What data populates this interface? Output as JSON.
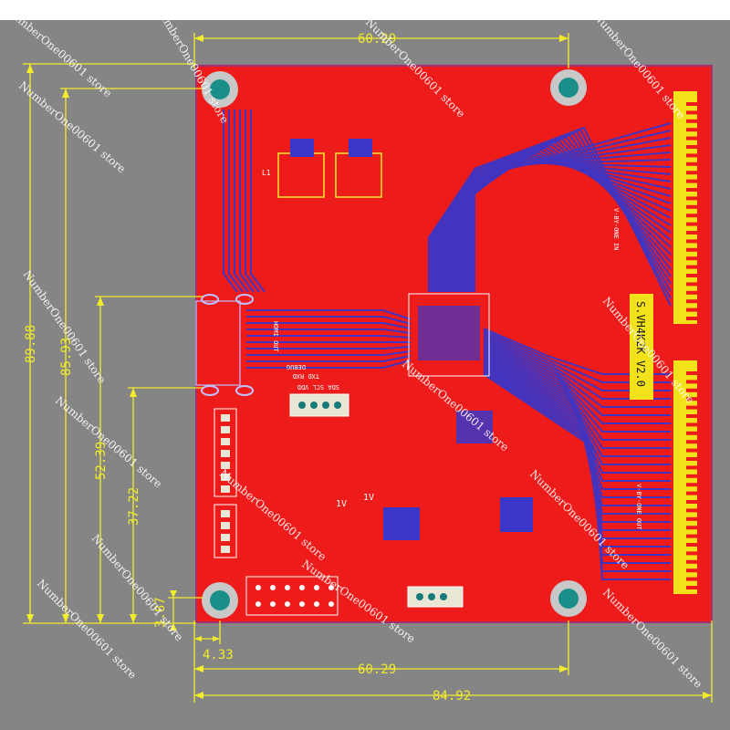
{
  "dimensions": {
    "top_width": "60.29",
    "bottom_hole_spacing": "60.29",
    "board_width": "84.92",
    "corner_offset_x": "4.33",
    "board_height": "89.88",
    "hole_spacing_y": "85.93",
    "hdmi_offset": "52.39",
    "header_offset": "37.22",
    "corner_offset_y": "3.87"
  },
  "board": {
    "label_main": "S.VH4K2K V2.0",
    "label_vby_in": "V-BY-ONE IN",
    "label_vby_out": "V-BY-ONE OUT",
    "label_hdmi_out": "HDMI OUT",
    "label_debug": "DEBUG",
    "label_txd": "TXD RXD",
    "label_i2c": "SDA SCL VDD",
    "label_1v": "1V",
    "label_l1": "L1",
    "colors": {
      "board": "#ee1b1b",
      "trace": "#3a36c8",
      "dim": "#f2ec2a",
      "background": "#858585"
    }
  },
  "watermark": "NumberOne00601 store"
}
